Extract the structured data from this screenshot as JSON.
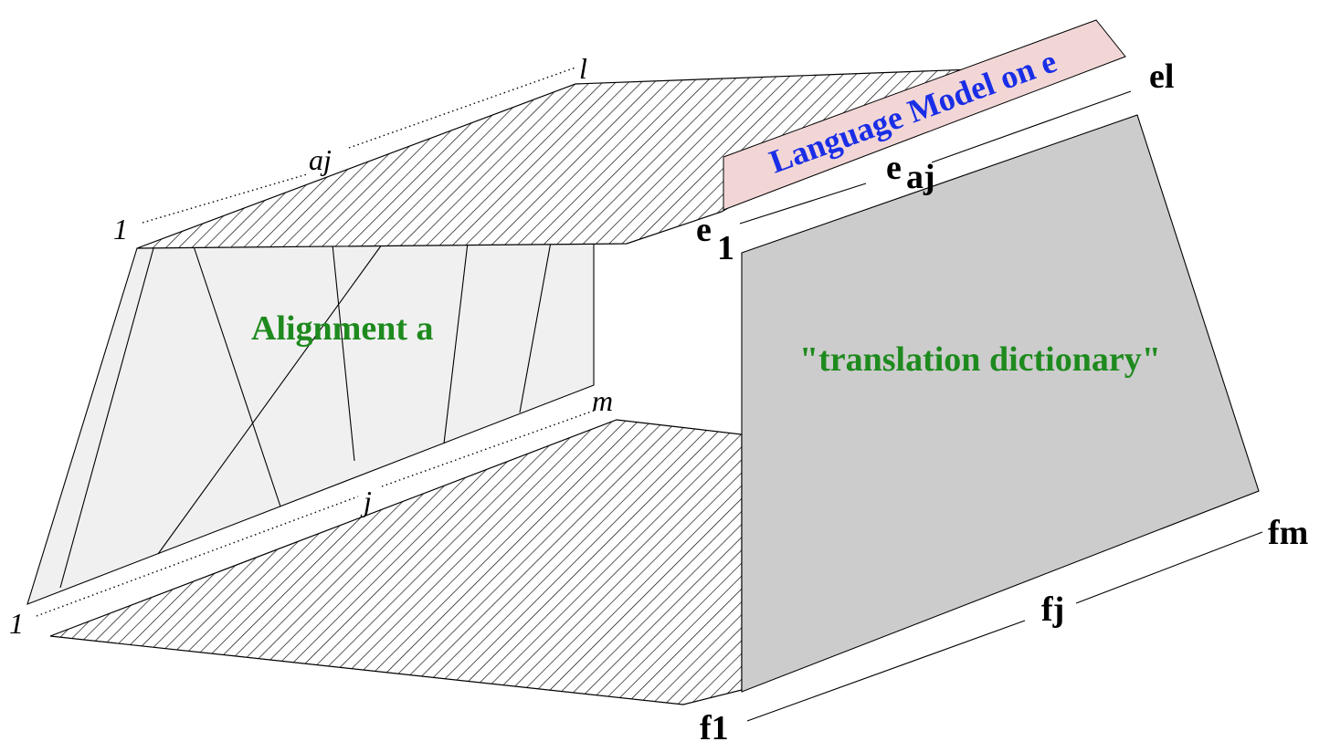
{
  "labels": {
    "alignment": "Alignment a",
    "dictionary": "\"translation dictionary\"",
    "language_model": "Language Model on e",
    "e_first": "e",
    "e_first_sub": "1",
    "e_aj": "e",
    "e_aj_sub": "aj",
    "e_last": "el",
    "f_first": "f1",
    "f_j": "fj",
    "f_last": "fm",
    "axis_l": "l",
    "axis_aj": "aj",
    "axis_1_top": "1",
    "axis_m": "m",
    "axis_j": "j",
    "axis_1_bottom": "1"
  },
  "colors": {
    "alignment_label": "#1e8a1e",
    "dictionary_label": "#1e8a1e",
    "language_model_label": "#1a2ee6",
    "language_model_band": "#f2d6d6",
    "dictionary_panel": "#cccccc",
    "alignment_panel": "#f0f0f0"
  }
}
